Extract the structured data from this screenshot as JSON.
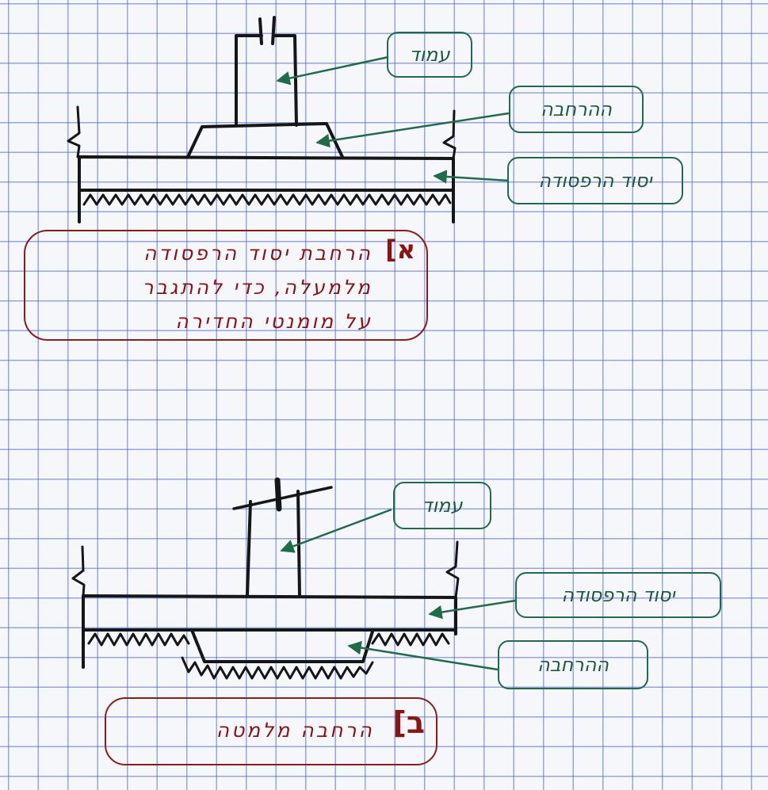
{
  "section_a": {
    "labels": {
      "column": "עמוד",
      "widening": "ההרחבה",
      "raft": "יסוד הרפסודה"
    },
    "note": {
      "marker": "א]",
      "lines": [
        "הרחבת יסוד הרפסודה",
        "מלמעלה, כדי להתגבר",
        "על מומנטי החדירה"
      ]
    }
  },
  "section_b": {
    "labels": {
      "column": "עמוד",
      "raft": "יסוד הרפסודה",
      "widening": "ההרחבה"
    },
    "note": {
      "marker": "ב]",
      "text": "הרחבה מלמטה"
    }
  },
  "colors": {
    "ink": "#161616",
    "label_green": "#1f6b4a",
    "note_red": "#8e1b1b",
    "grid_blue": "#4664c8"
  }
}
